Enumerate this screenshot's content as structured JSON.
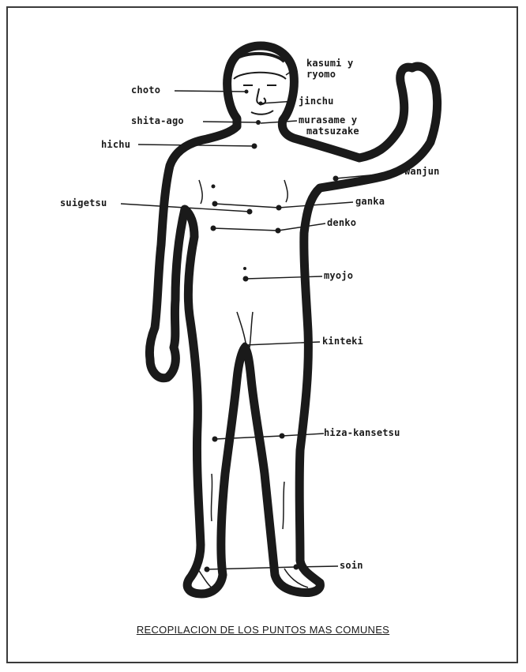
{
  "caption": "RECOPILACION DE LOS PUNTOS MAS COMUNES",
  "points": {
    "kasumi": "kasumi y",
    "ryomo": "ryomo",
    "choto": "choto",
    "jinchu": "jinchu",
    "shita_ago": "shita-ago",
    "murasame": "murasame y",
    "matsuzake": "matsuzake",
    "hichu": "hichu",
    "wanjun": "wanjun",
    "suigetsu": "suigetsu",
    "ganka": "ganka",
    "denko": "denko",
    "myojo": "myojo",
    "kinteki": "kinteki",
    "hiza_kansetsu": "hiza-kansetsu",
    "soin": "soin"
  },
  "colors": {
    "ink": "#1a1a1a",
    "frame": "#3a3a3a",
    "paper": "#ffffff"
  }
}
